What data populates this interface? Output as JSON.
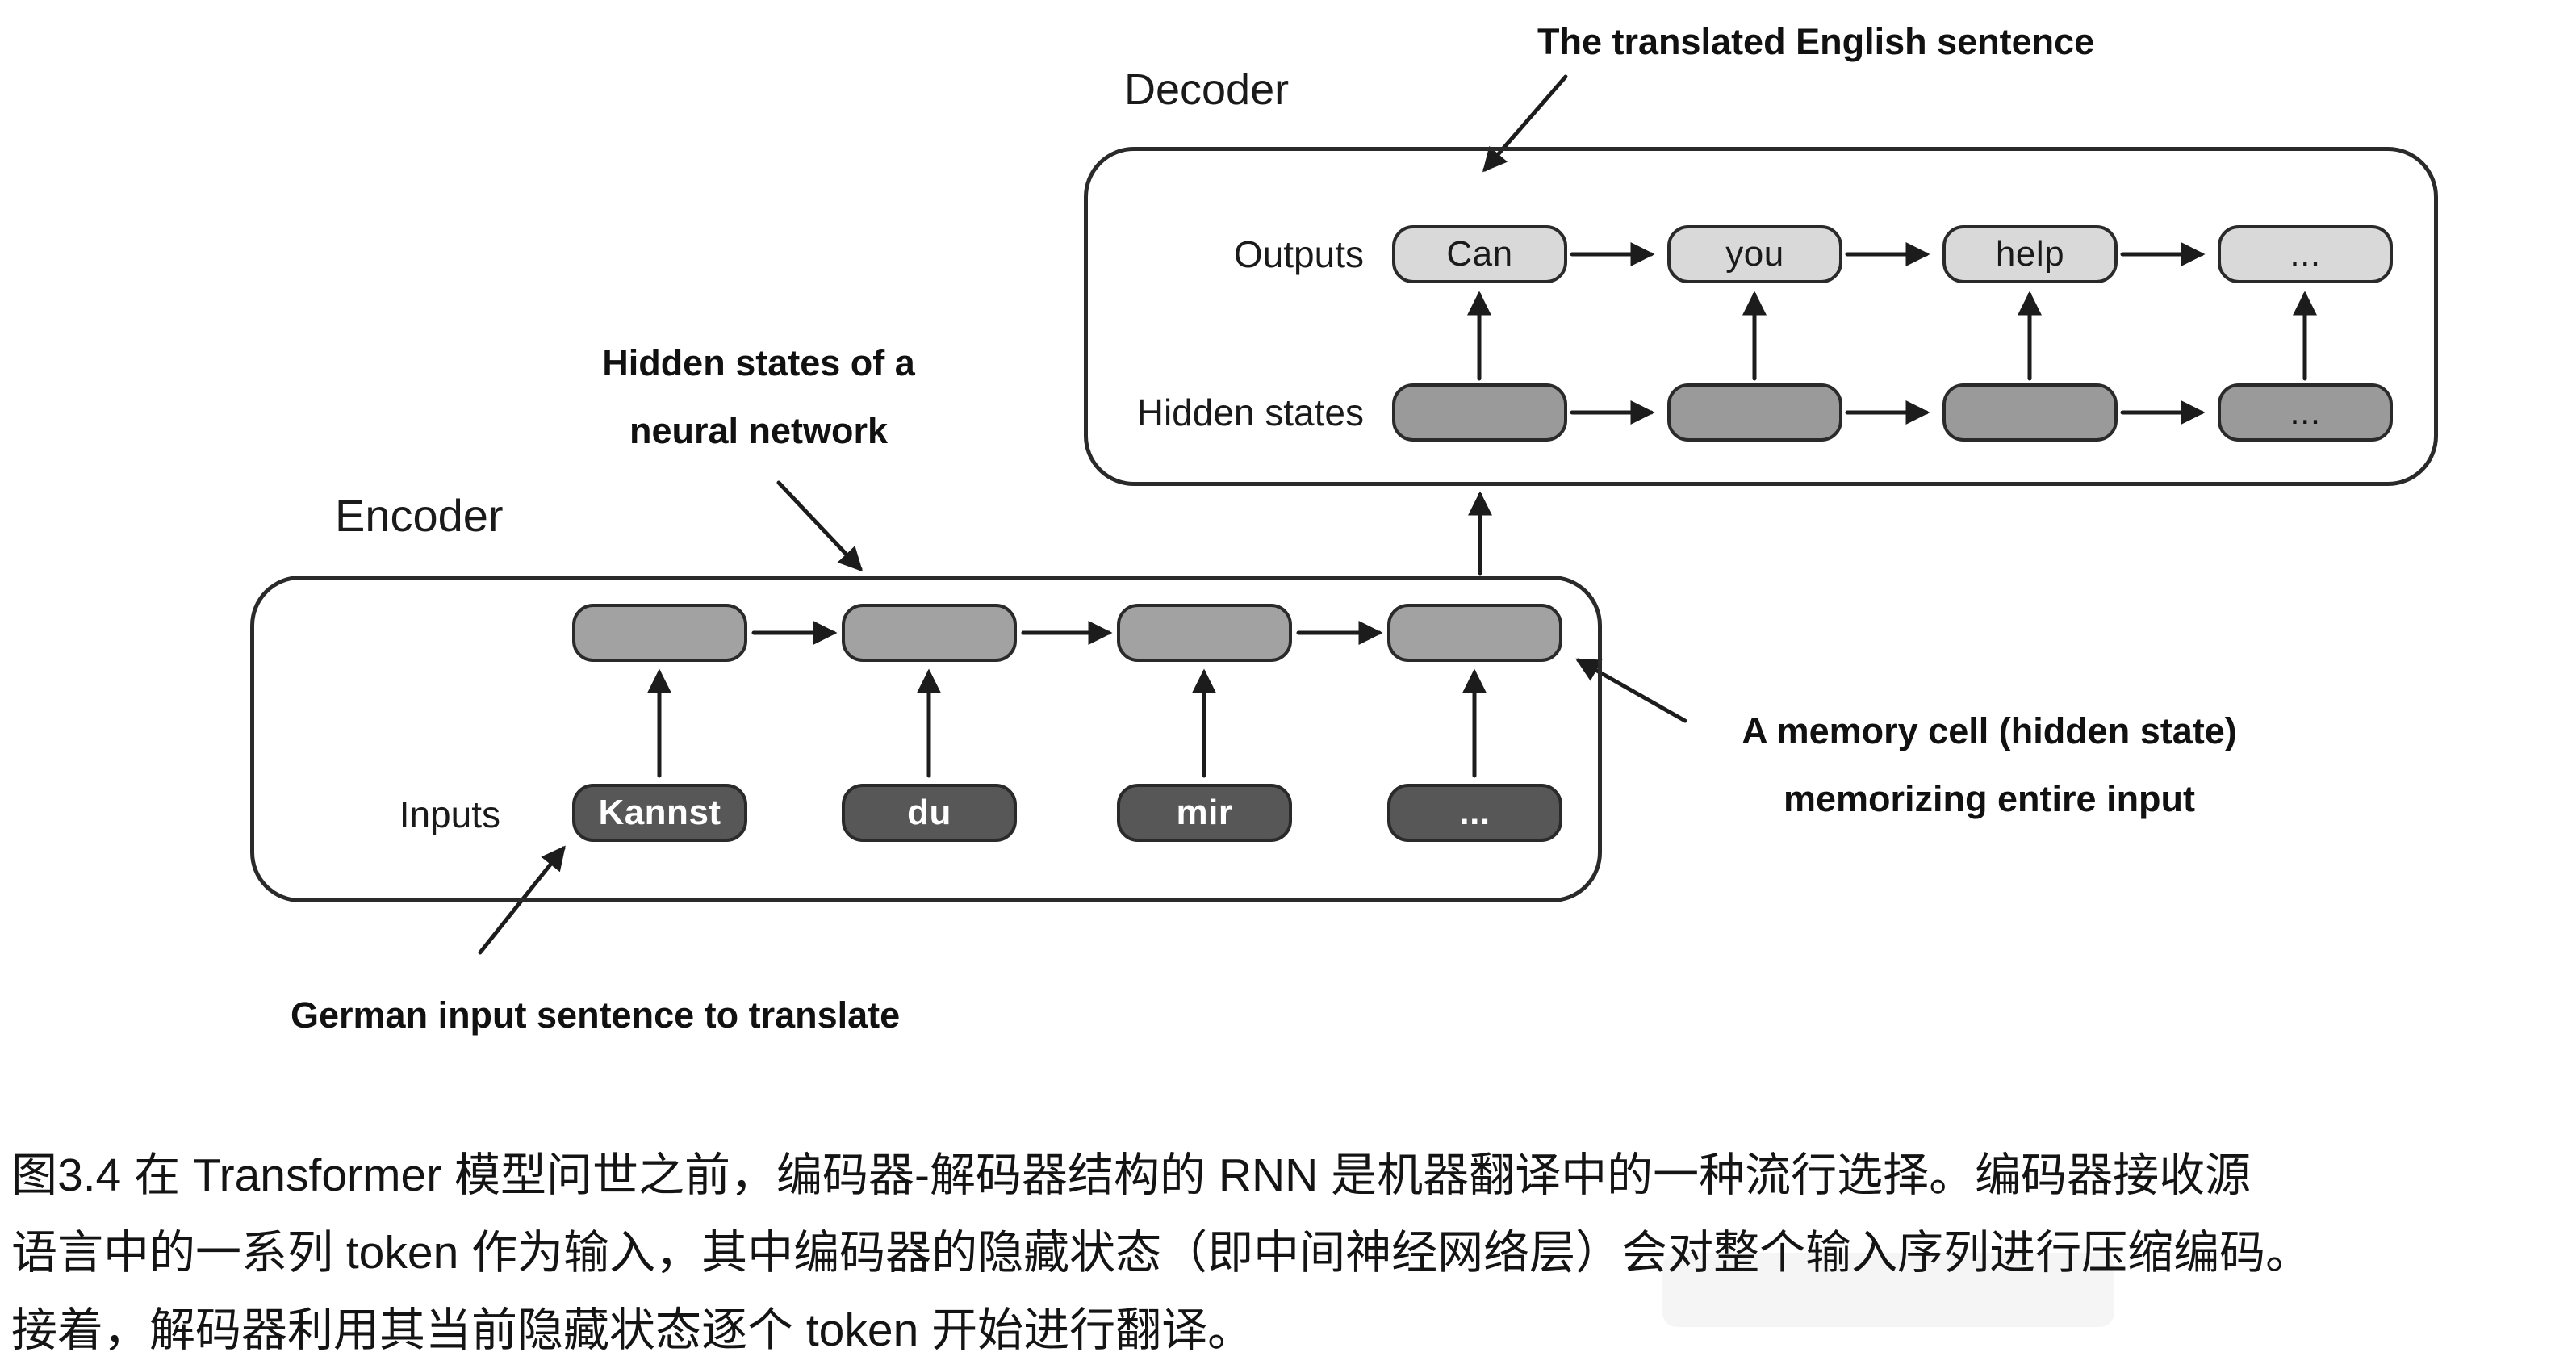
{
  "figure": {
    "decoder": {
      "title": "Decoder",
      "outputs_label": "Outputs",
      "hidden_label": "Hidden states",
      "outputs": [
        "Can",
        "you",
        "help",
        "..."
      ],
      "hidden": [
        "",
        "",
        "",
        "..."
      ]
    },
    "encoder": {
      "title": "Encoder",
      "inputs_label": "Inputs",
      "inputs": [
        "Kannst",
        "du",
        "mir",
        "..."
      ],
      "hidden": [
        "",
        "",
        "",
        ""
      ]
    },
    "annotations": {
      "translated_sentence": "The translated English sentence",
      "hidden_states_line1": "Hidden states of a",
      "hidden_states_line2": "neural network",
      "memory_cell_line1": "A memory cell (hidden state)",
      "memory_cell_line2": "memorizing entire input",
      "german_input": "German input sentence to translate"
    }
  },
  "caption": {
    "lines": [
      "图3.4 在 Transformer 模型问世之前，编码器-解码器结构的 RNN 是机器翻译中的一种流行选择。编码器接收源",
      "语言中的一系列 token 作为输入，其中编码器的隐藏状态（即中间神经网络层）会对整个输入序列进行压缩编码。",
      "接着，解码器利用其当前隐藏状态逐个 token 开始进行翻译。"
    ]
  },
  "colors": {
    "output_box_fill": "#d9d9d9",
    "hidden_box_fill": "#9e9e9e",
    "input_box_fill": "#575757",
    "box_border": "#2a2a2a",
    "arrow": "#1c1c1c",
    "background": "#ffffff"
  }
}
